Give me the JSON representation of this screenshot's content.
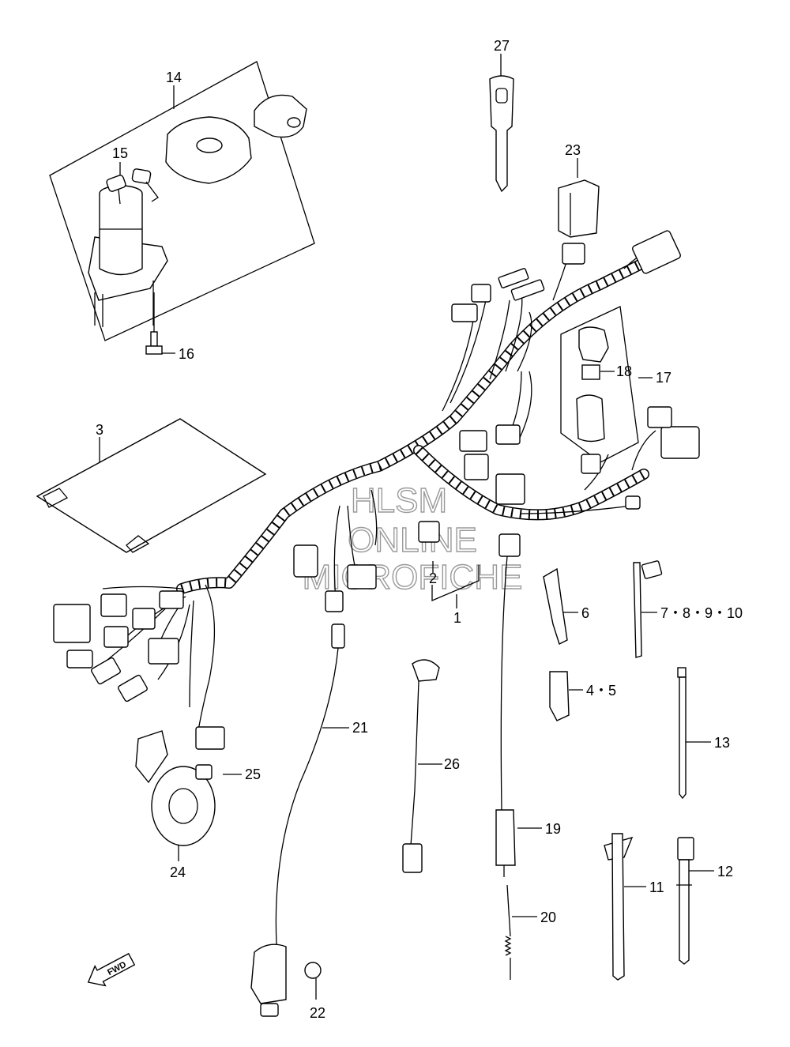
{
  "watermark": {
    "line1": "HLSM",
    "line2": "ONLINE",
    "line3": "MICROFICHE"
  },
  "direction_label": "FWD",
  "callouts": {
    "c1": "1",
    "c2": "2",
    "c3": "3",
    "c4_5": "4・5",
    "c6": "6",
    "c7_10": "7・8・9・10",
    "c11": "11",
    "c12": "12",
    "c13": "13",
    "c14": "14",
    "c15": "15",
    "c16": "16",
    "c17": "17",
    "c18": "18",
    "c19": "19",
    "c20": "20",
    "c21": "21",
    "c22": "22",
    "c23": "23",
    "c24": "24",
    "c25": "25",
    "c26": "26",
    "c27": "27"
  }
}
